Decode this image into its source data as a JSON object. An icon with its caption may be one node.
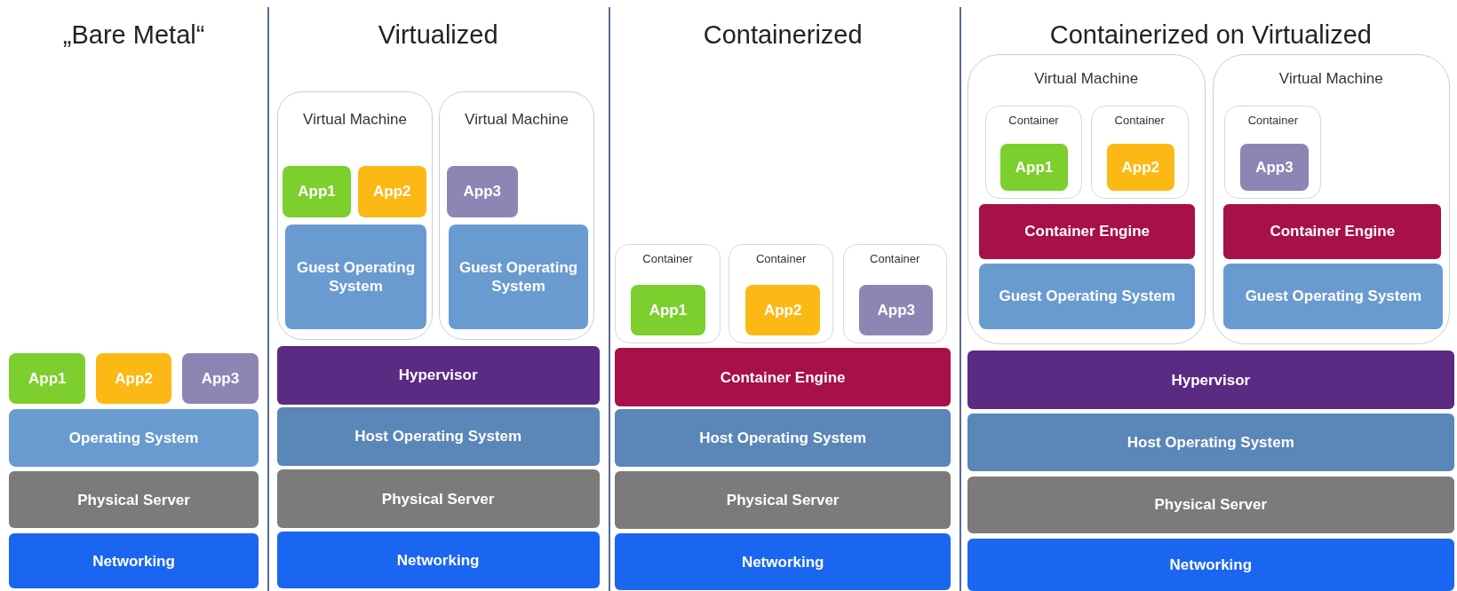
{
  "diagram": {
    "nodes": [
      {
        "text": [
          "App1"
        ]
      },
      {
        "text": [
          "App2"
        ]
      },
      {
        "text": [
          "App3"
        ]
      },
      {
        "text": [
          "Operating System"
        ]
      },
      {
        "text": [
          "Physical Server"
        ]
      },
      {
        "text": [
          "Networking"
        ]
      },
      {
        "text": [
          "Virtual Machine"
        ]
      },
      {
        "text": [
          "App1"
        ],
        "in": 6
      },
      {
        "text": [
          "App2"
        ],
        "in": 6
      },
      {
        "text": [
          "Guest Operating System"
        ],
        "in": 6
      },
      {
        "text": [
          "Virtual Machine"
        ]
      },
      {
        "text": [
          "App3"
        ],
        "in": 10
      },
      {
        "text": [
          "Guest Operating System"
        ],
        "in": 10
      },
      {
        "text": [
          "Hypervisor"
        ]
      },
      {
        "text": [
          "Host Operating System"
        ]
      },
      {
        "text": [
          "Physical Server"
        ]
      },
      {
        "text": [
          "Networking"
        ]
      },
      {
        "text": [
          "Container"
        ]
      },
      {
        "text": [
          "App1"
        ],
        "in": 17
      },
      {
        "text": [
          "Container"
        ]
      },
      {
        "text": [
          "App2"
        ],
        "in": 19
      },
      {
        "text": [
          "Container"
        ]
      },
      {
        "text": [
          "App3"
        ],
        "in": 21
      },
      {
        "text": [
          "Container Engine"
        ]
      },
      {
        "text": [
          "Host Operating System"
        ]
      },
      {
        "text": [
          "Physical Server"
        ]
      },
      {
        "text": [
          "Networking"
        ]
      },
      {
        "text": [
          "Virtual Machine"
        ]
      },
      {
        "text": [
          "Container"
        ],
        "in": 27
      },
      {
        "text": [
          "App1"
        ],
        "in": 28
      },
      {
        "text": [
          "Container"
        ],
        "in": 27
      },
      {
        "text": [
          "App2"
        ],
        "in": 30
      },
      {
        "text": [
          "Container Engine"
        ],
        "in": 27
      },
      {
        "text": [
          "Guest Operating System"
        ],
        "in": 27
      },
      {
        "text": [
          "Virtual Machine"
        ]
      },
      {
        "text": [
          "Container"
        ],
        "in": 34
      },
      {
        "text": [
          "App3"
        ],
        "in": 35
      },
      {
        "text": [
          "Container Engine"
        ],
        "in": 34
      },
      {
        "text": [
          "Guest Operating System"
        ],
        "in": 34
      },
      {
        "text": [
          "Hypervisor"
        ]
      },
      {
        "text": [
          "Host Operating System"
        ]
      },
      {
        "text": [
          "Physical Server"
        ]
      },
      {
        "text": [
          "Networking"
        ]
      }
    ],
    "labels": [
      "„Bare Metal“",
      "Virtualized",
      "Containerized",
      "Containerized on Virtualized"
    ]
  }
}
